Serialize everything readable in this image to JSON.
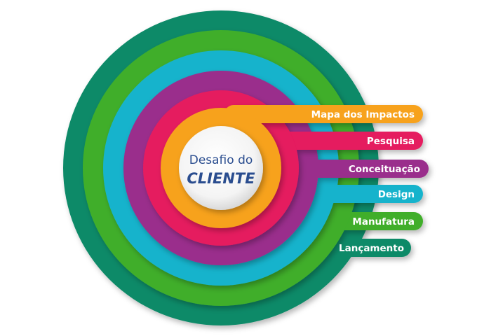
{
  "center": {
    "line1": "Desafio do",
    "line2": "CLIENTE"
  },
  "stages": [
    {
      "label": "Mapa dos Impactos",
      "color": "#f7a21b"
    },
    {
      "label": "Pesquisa",
      "color": "#e51a5e"
    },
    {
      "label": "Conceituação",
      "color": "#9a2f8c"
    },
    {
      "label": "Design",
      "color": "#19b3cc"
    },
    {
      "label": "Manufatura",
      "color": "#3fae2a"
    },
    {
      "label": "Lançamento",
      "color": "#0f8a68"
    }
  ]
}
